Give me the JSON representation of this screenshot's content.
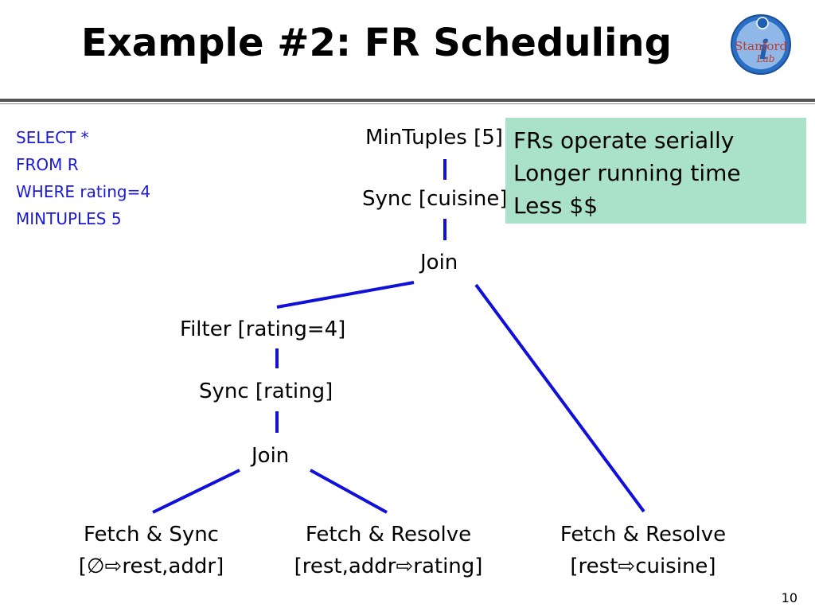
{
  "title": "Example #2: FR Scheduling",
  "logo": {
    "initial": "i",
    "line1": "Stanford",
    "line2": "Lab"
  },
  "query": [
    "SELECT *",
    "FROM R",
    "WHERE rating=4",
    "MINTUPLES 5"
  ],
  "nodes": {
    "mintuples": "MinTuples [5]",
    "sync_cuisine": "Sync [cuisine]",
    "join_top": "Join",
    "filter": "Filter [rating=4]",
    "sync_rating": "Sync [rating]",
    "join_bottom": "Join",
    "fetch_sync_1": "Fetch & Sync",
    "fetch_sync_2": "[∅⇨rest,addr]",
    "fetch_resolve_a_1": "Fetch & Resolve",
    "fetch_resolve_a_2": "[rest,addr⇨rating]",
    "fetch_resolve_b_1": "Fetch & Resolve",
    "fetch_resolve_b_2": "[rest⇨cuisine]"
  },
  "note": [
    "FRs operate serially",
    "Longer running time",
    "Less $$"
  ],
  "page_number": "10",
  "colors": {
    "edge": "#1010d8",
    "query_text": "#1a1ad6",
    "note_bg": "#a9e2c8",
    "logo_blue": "#1f5fb0",
    "logo_red": "#c0392b"
  }
}
